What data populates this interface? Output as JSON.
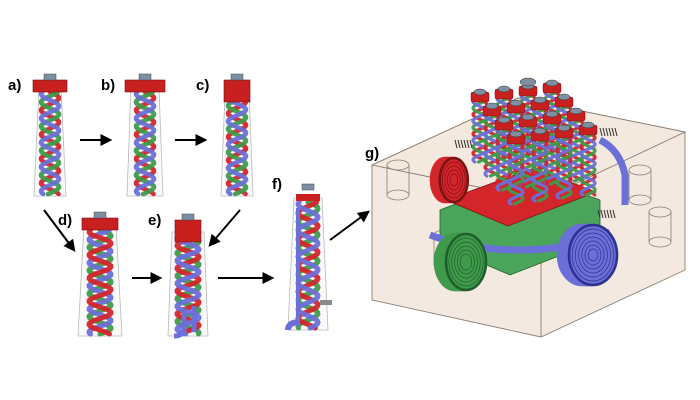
{
  "panels": [
    {
      "label": "a)"
    },
    {
      "label": "b)"
    },
    {
      "label": "c)"
    },
    {
      "label": "d)"
    },
    {
      "label": "e)"
    },
    {
      "label": "f)"
    },
    {
      "label": "g)"
    }
  ],
  "colors": {
    "red": "#d3252a",
    "green": "#3f9a4b",
    "blue": "#6b6fd8",
    "cap_red": "#c8201f",
    "block_fill": "#efe1d6",
    "outline": "#555555"
  }
}
